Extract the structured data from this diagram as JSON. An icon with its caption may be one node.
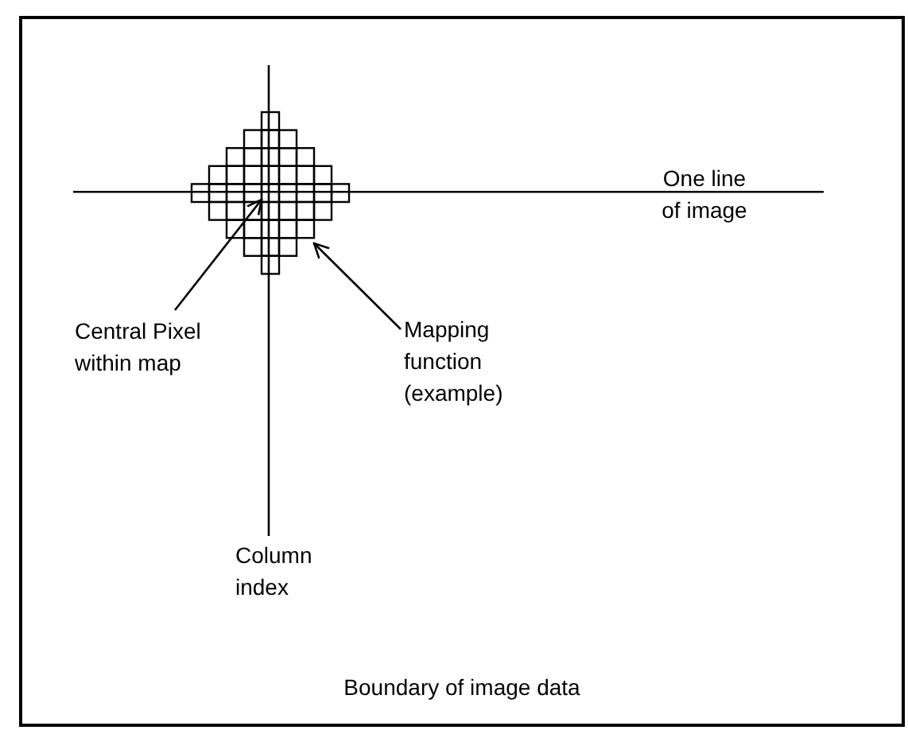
{
  "diagram": {
    "nodes": [
      {
        "text": [
          "Boundary of image data"
        ]
      },
      {
        "text": [],
        "shape": "box",
        "in": 0
      },
      {
        "text": [],
        "shape": "box",
        "in": 1
      },
      {
        "text": [
          "Central Pixel within map"
        ],
        "in": 0
      },
      {
        "text": [
          "Mapping function (example)"
        ],
        "in": 0
      }
    ],
    "edges": [
      {
        "from": 3,
        "to": 2,
        "arrow": "to"
      },
      {
        "from": 4,
        "to": 1,
        "arrow": "to"
      }
    ],
    "labels": [
      "One line of image",
      "Column index"
    ]
  }
}
